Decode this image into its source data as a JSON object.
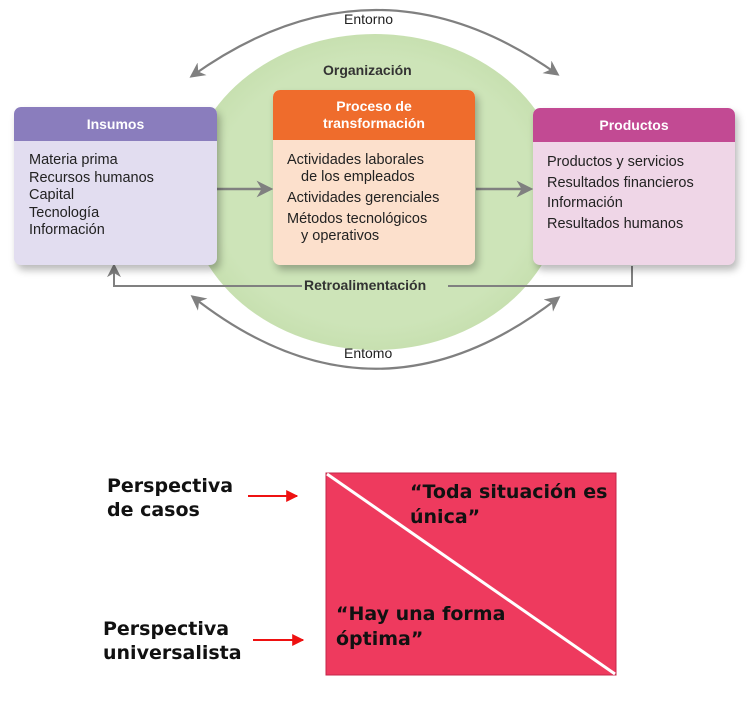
{
  "diagram_top": {
    "environment_top_label": "Entorno",
    "environment_bottom_label": "Entomo",
    "organization_label": "Organización",
    "feedback_label": "Retroalimentación",
    "colors": {
      "organization_fill": "#cde4b8",
      "arrow_gray": "#808080",
      "inputs_header": "#8a7dbd",
      "inputs_body": "#e2ddf0",
      "process_header": "#ef6c2c",
      "process_body": "#fce0cc",
      "outputs_header": "#c24a93",
      "outputs_body": "#efd6e7"
    },
    "inputs": {
      "title": "Insumos",
      "items": [
        "Materia prima",
        "Recursos humanos",
        "Capital",
        "Tecnología",
        "Información"
      ]
    },
    "process": {
      "title_line1": "Proceso de",
      "title_line2": "transformación",
      "items": [
        {
          "line1": "Actividades laborales",
          "line2": "de los empleados"
        },
        {
          "line1": "Actividades gerenciales",
          "line2": ""
        },
        {
          "line1": "Métodos tecnológicos",
          "line2": "y operativos"
        }
      ]
    },
    "outputs": {
      "title": "Productos",
      "items": [
        "Productos y servicios",
        "Resultados financieros",
        "Información",
        "Resultados humanos"
      ]
    }
  },
  "diagram_bottom": {
    "case_perspective": {
      "line1": "Perspectiva",
      "line2": "de casos"
    },
    "universal_perspective": {
      "line1": "Perspectiva",
      "line2": "universalista"
    },
    "quote_top": {
      "line1": "“Toda situación es",
      "line2": "única”"
    },
    "quote_bottom": {
      "line1": "“Hay una forma",
      "line2": "óptima”"
    },
    "colors": {
      "panel_fill": "#ee3a5e",
      "panel_border": "#c4274a",
      "divider": "#ffffff",
      "arrow_red": "#ee1111"
    }
  }
}
